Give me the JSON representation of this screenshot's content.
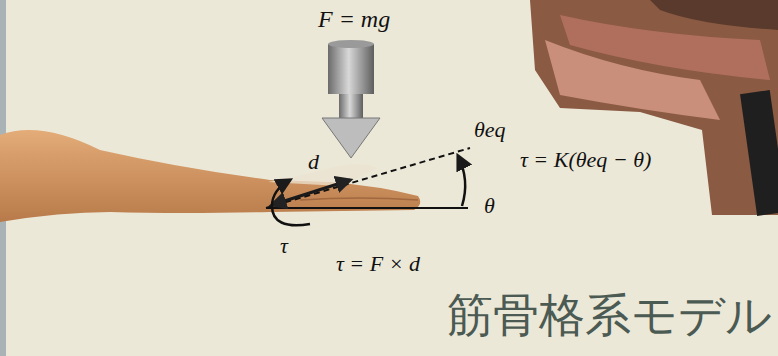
{
  "diagram": {
    "title": "筋骨格系モデル",
    "labels": [
      "F = mg",
      "θeq",
      "d",
      "τ = K(θeq − θ)",
      "θ",
      "τ",
      "τ = F × d"
    ]
  }
}
